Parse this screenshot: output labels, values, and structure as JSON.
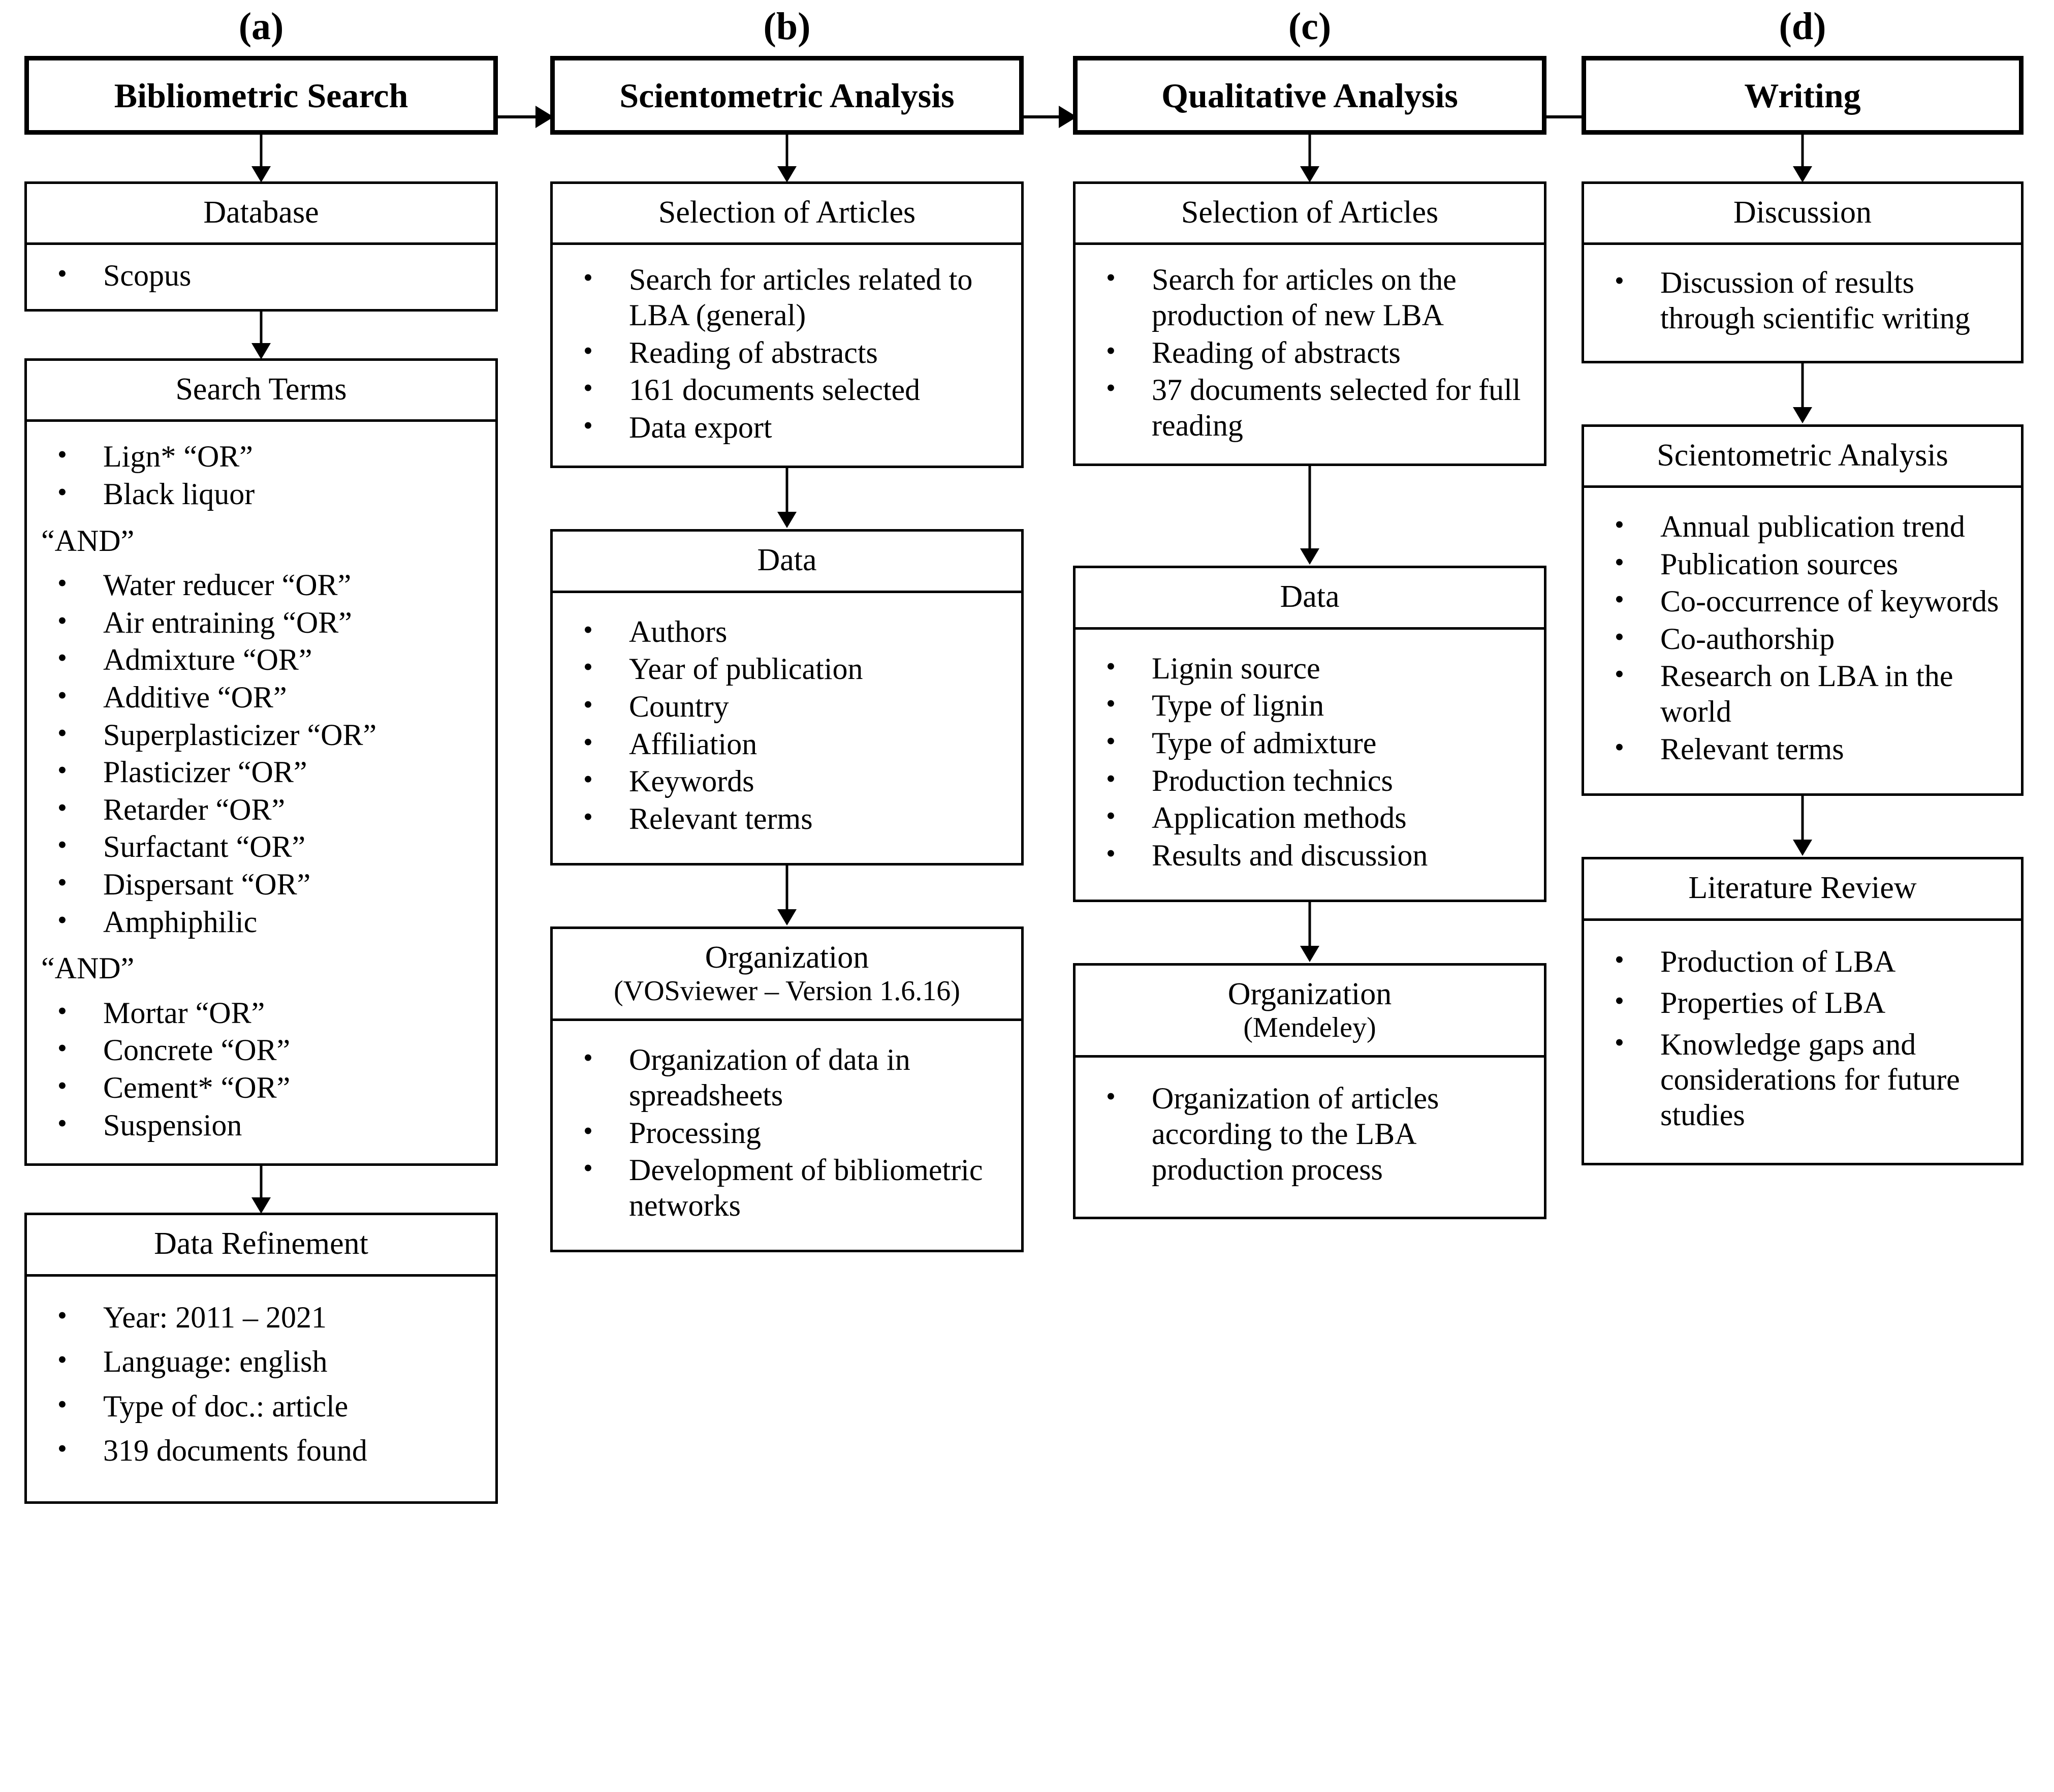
{
  "figure": {
    "type": "flowchart",
    "orientation": "left-to-right with vertical sub-steps",
    "panel_letters": [
      "(a)",
      "(b)",
      "(c)",
      "(d)"
    ]
  },
  "columns": [
    {
      "letter": "(a)",
      "stage": "Bibliometric Search",
      "cards": [
        {
          "title": "Database",
          "subtitle": "",
          "items": [
            "Scopus"
          ]
        },
        {
          "title": "Search Terms",
          "subtitle": "",
          "group1": [
            "Lign* “OR”",
            "Black liquor"
          ],
          "connector1": "“AND”",
          "group2": [
            "Water reducer  “OR”",
            "Air entraining  “OR”",
            "Admixture  “OR”",
            "Additive  “OR”",
            "Superplasticizer  “OR”",
            "Plasticizer  “OR”",
            "Retarder  “OR”",
            "Surfactant  “OR”",
            "Dispersant “OR”",
            "Amphiphilic"
          ],
          "connector2": "“AND”",
          "group3": [
            "Mortar  “OR”",
            "Concrete  “OR”",
            "Cement*  “OR”",
            "Suspension"
          ]
        },
        {
          "title": "Data Refinement",
          "subtitle": "",
          "items": [
            "Year: 2011 – 2021",
            "Language: english",
            "Type of doc.: article",
            "319 documents found"
          ]
        }
      ]
    },
    {
      "letter": "(b)",
      "stage": "Scientometric Analysis",
      "cards": [
        {
          "title": "Selection of Articles",
          "subtitle": "",
          "items": [
            "Search for articles related to LBA (general)",
            "Reading of abstracts",
            "161 documents selected",
            "Data export"
          ]
        },
        {
          "title": "Data",
          "subtitle": "",
          "items": [
            "Authors",
            "Year of publication",
            "Country",
            "Affiliation",
            "Keywords",
            "Relevant terms"
          ]
        },
        {
          "title": "Organization",
          "subtitle": "(VOSviewer – Version 1.6.16)",
          "items": [
            "Organization of data in spreadsheets",
            "Processing",
            "Development of bibliometric networks"
          ]
        }
      ]
    },
    {
      "letter": "(c)",
      "stage": "Qualitative Analysis",
      "cards": [
        {
          "title": "Selection of Articles",
          "subtitle": "",
          "items": [
            "Search for articles on the production of new LBA",
            "Reading of abstracts",
            "37 documents selected for full reading"
          ]
        },
        {
          "title": "Data",
          "subtitle": "",
          "items": [
            "Lignin source",
            "Type of lignin",
            "Type of admixture",
            "Production technics",
            "Application methods",
            "Results and discussion"
          ]
        },
        {
          "title": "Organization",
          "subtitle": "(Mendeley)",
          "items": [
            "Organization of articles according to the LBA production process"
          ]
        }
      ]
    },
    {
      "letter": "(d)",
      "stage": "Writing",
      "cards": [
        {
          "title": "Discussion",
          "subtitle": "",
          "items": [
            "Discussion of results through scientific writing"
          ]
        },
        {
          "title": "Scientometric Analysis",
          "subtitle": "",
          "items": [
            "Annual publication trend",
            "Publication sources",
            "Co-occurrence of keywords",
            "Co-authorship",
            "Research on LBA in the world",
            "Relevant terms"
          ]
        },
        {
          "title": "Literature Review",
          "subtitle": "",
          "items": [
            "Production of LBA",
            "Properties of LBA",
            "Knowledge gaps and considerations for future studies"
          ]
        }
      ]
    }
  ],
  "colors": {
    "background": "#ffffff",
    "stroke": "#000000",
    "text": "#000000"
  }
}
